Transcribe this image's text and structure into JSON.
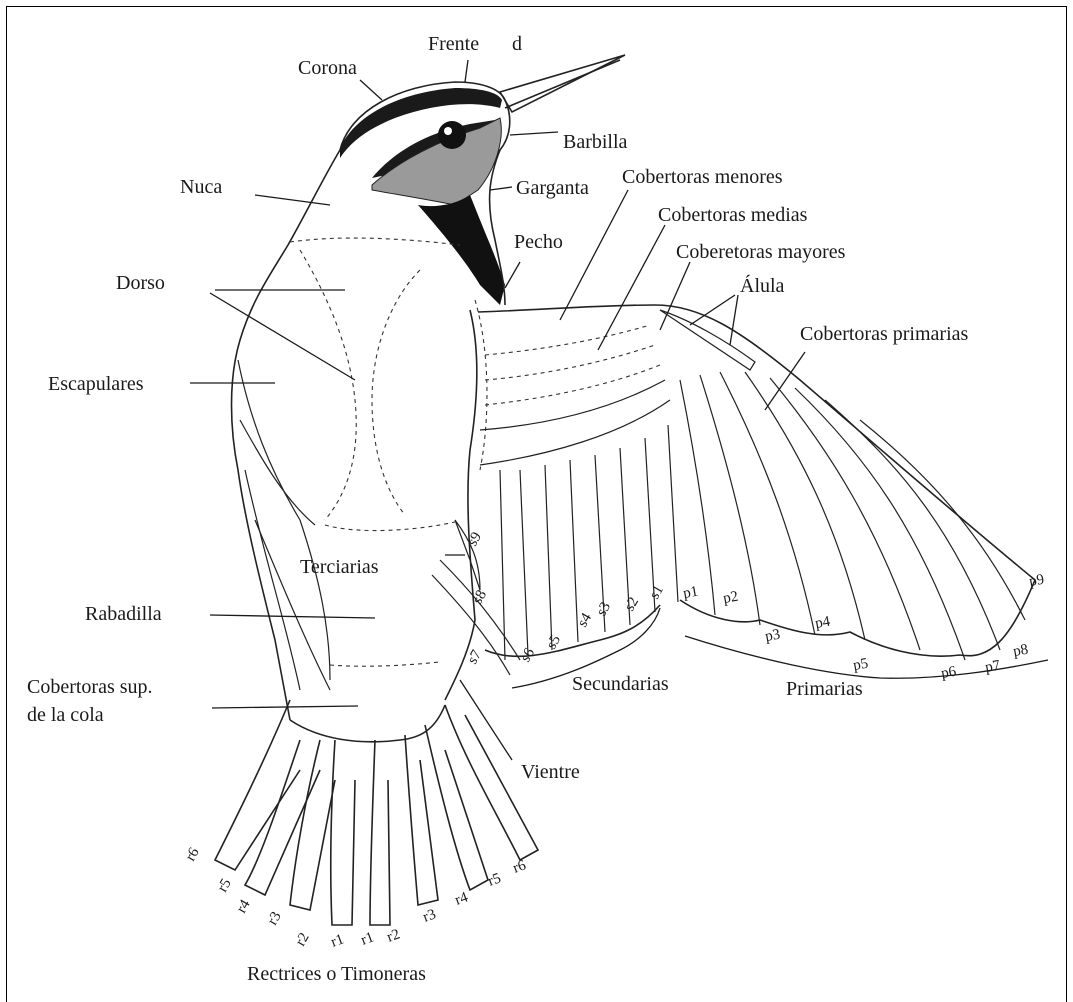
{
  "labels": {
    "frente": "Frente",
    "d": "d",
    "corona": "Corona",
    "barbilla": "Barbilla",
    "nuca": "Nuca",
    "garganta": "Garganta",
    "cob_menores": "Cobertoras menores",
    "cob_medias": "Cobertoras medias",
    "pecho": "Pecho",
    "cob_mayores": "Coberetoras mayores",
    "dorso": "Dorso",
    "alula": "Álula",
    "cob_primarias": "Cobertoras primarias",
    "escapulares": "Escapulares",
    "terciarias": "Terciarias",
    "rabadilla": "Rabadilla",
    "cob_sup_1": "Cobertoras sup.",
    "cob_sup_2": "de la cola",
    "secundarias": "Secundarias",
    "primarias": "Primarias",
    "vientre": "Vientre",
    "rectrices": "Rectrices o Timoneras"
  },
  "secondaries": [
    "s1",
    "s2",
    "s3",
    "s4",
    "s5",
    "s6",
    "s7",
    "s8",
    "s9"
  ],
  "primaries": [
    "p1",
    "p2",
    "p3",
    "p4",
    "p5",
    "p6",
    "p7",
    "p8",
    "p9"
  ],
  "rectrices_left": [
    "r6",
    "r5",
    "r4",
    "r3",
    "r2",
    "r1"
  ],
  "rectrices_right": [
    "r1",
    "r2",
    "r3",
    "r4",
    "r5",
    "r6"
  ]
}
